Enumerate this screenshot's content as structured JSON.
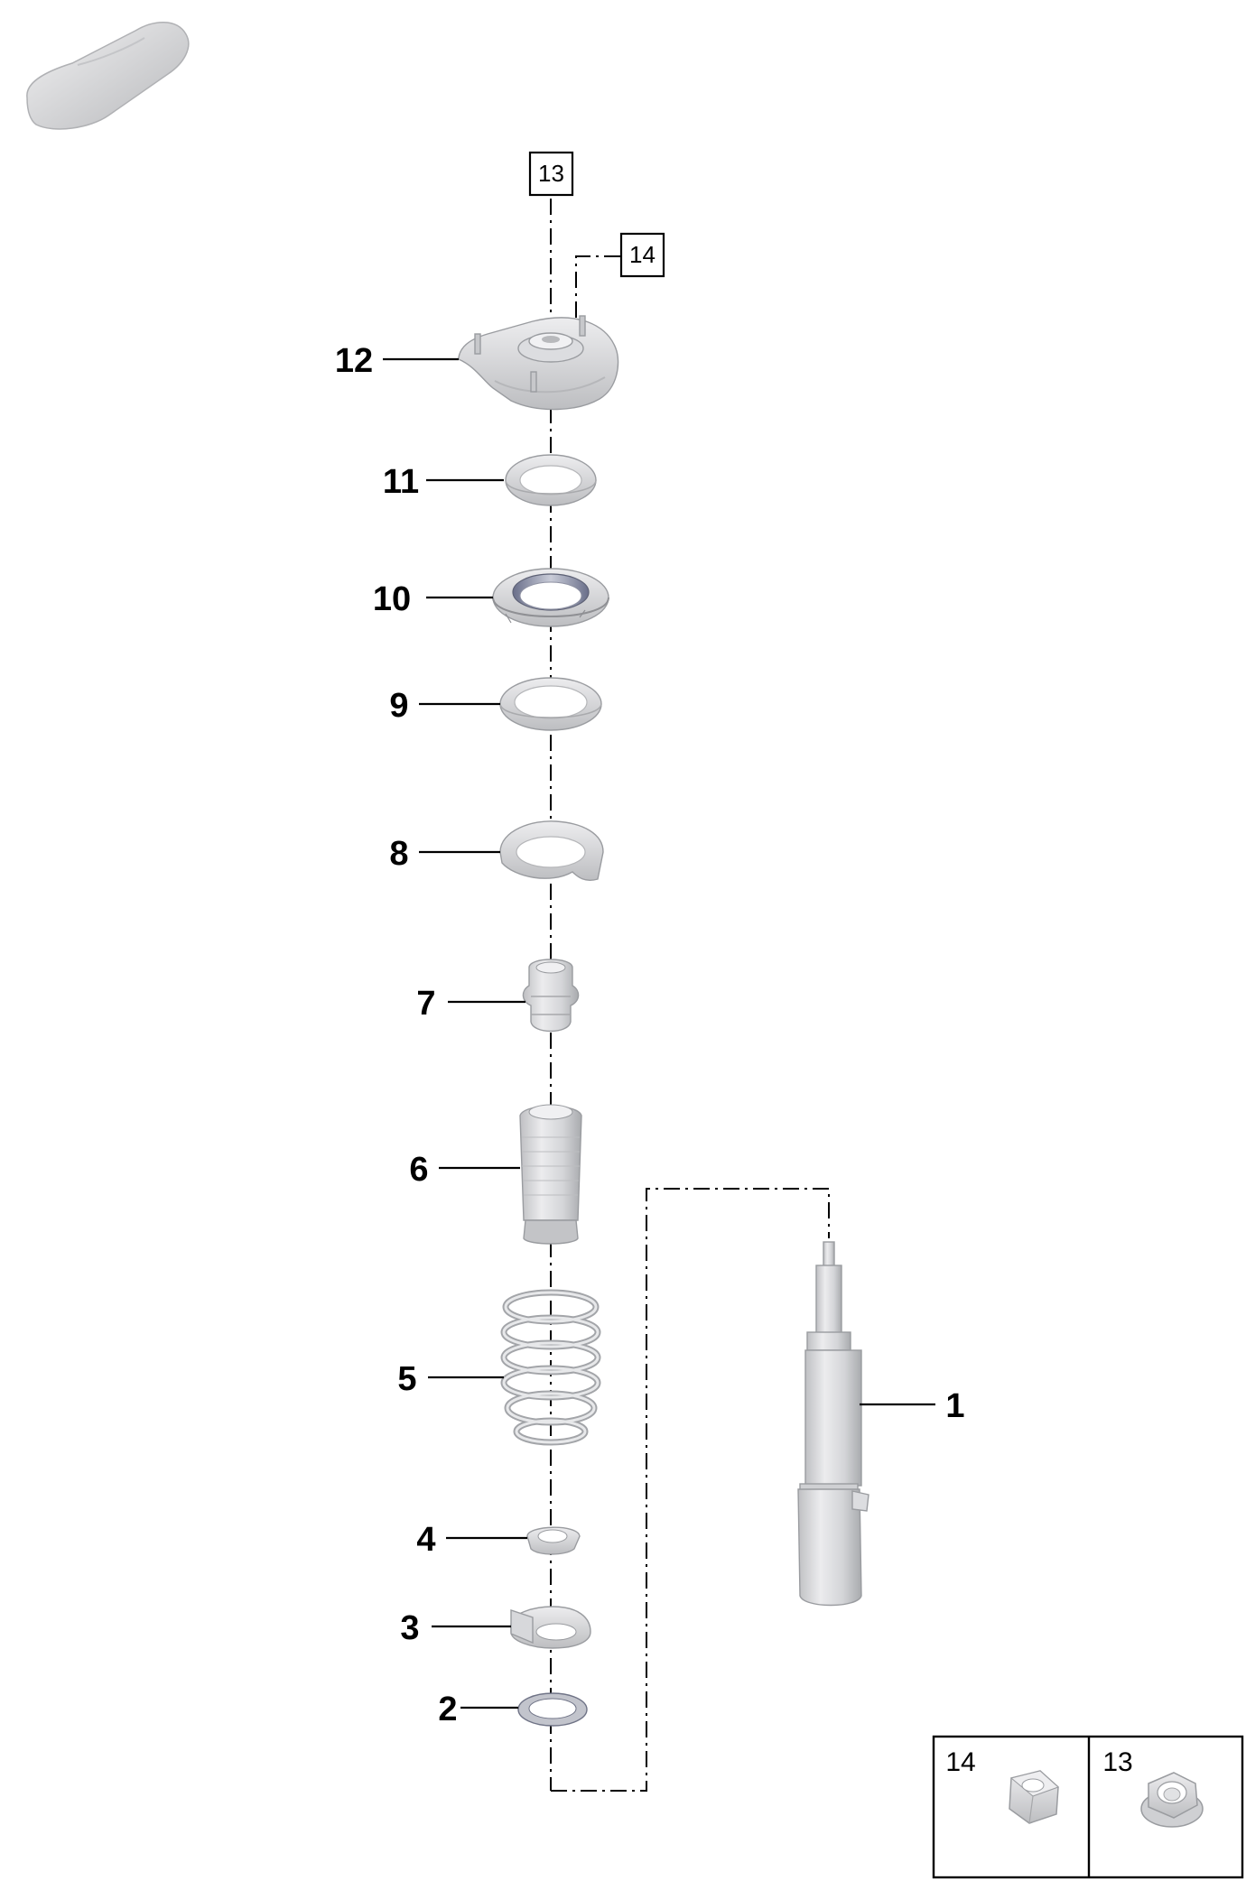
{
  "car_icon": "car-silhouette-icon",
  "parts": [
    {
      "number": "1",
      "name": "shock-absorber"
    },
    {
      "number": "2",
      "name": "washer"
    },
    {
      "number": "3",
      "name": "spring-seat"
    },
    {
      "number": "4",
      "name": "lower-spring-pad"
    },
    {
      "number": "5",
      "name": "coil-spring"
    },
    {
      "number": "6",
      "name": "protective-boot"
    },
    {
      "number": "7",
      "name": "bump-stop"
    },
    {
      "number": "8",
      "name": "upper-spring-pad"
    },
    {
      "number": "9",
      "name": "ring-disc"
    },
    {
      "number": "10",
      "name": "bearing"
    },
    {
      "number": "11",
      "name": "spacer-ring"
    },
    {
      "number": "12",
      "name": "strut-mount"
    }
  ],
  "references": [
    {
      "number": "13",
      "icon": "flange-nut-icon"
    },
    {
      "number": "14",
      "icon": "hex-nut-icon"
    }
  ],
  "legend": [
    {
      "number": "14",
      "icon": "hex-nut-icon"
    },
    {
      "number": "13",
      "icon": "flange-nut-icon"
    }
  ],
  "colors": {
    "metal_light": "#e9eaec",
    "metal_mid": "#c9cacd",
    "metal_dark": "#9a9ca0",
    "line": "#000000"
  }
}
